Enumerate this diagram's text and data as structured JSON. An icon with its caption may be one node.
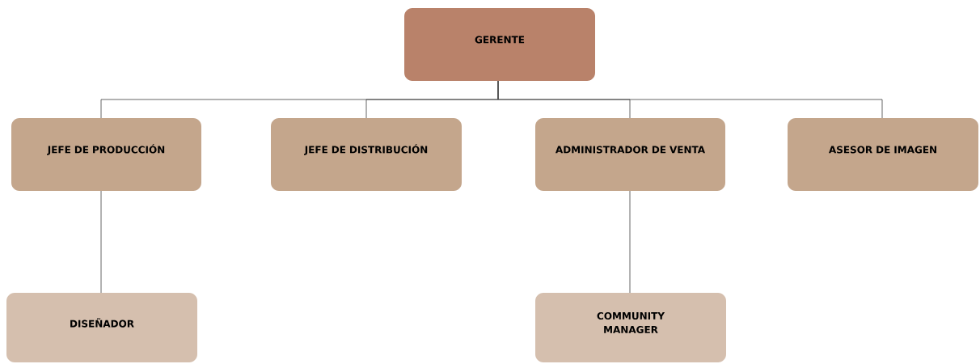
{
  "diagram": {
    "nodes": [
      {
        "text": [
          "GERENTE"
        ]
      },
      {
        "text": [
          "JEFE DE PRODUCCIÓN"
        ]
      },
      {
        "text": [
          "JEFE DE DISTRIBUCIÓN"
        ]
      },
      {
        "text": [
          "ADMINISTRADOR DE VENTA"
        ]
      },
      {
        "text": [
          "ASESOR DE IMAGEN"
        ]
      },
      {
        "text": [
          "DISEÑADOR"
        ]
      },
      {
        "text": [
          "COMMUNITY MANAGER"
        ]
      }
    ],
    "edges": [
      {
        "from": 0,
        "to": 1,
        "arrow": "none"
      },
      {
        "from": 0,
        "to": 2,
        "arrow": "none"
      },
      {
        "from": 0,
        "to": 3,
        "arrow": "none"
      },
      {
        "from": 0,
        "to": 4,
        "arrow": "none"
      },
      {
        "from": 1,
        "to": 5,
        "arrow": "none"
      },
      {
        "from": 3,
        "to": 6,
        "arrow": "none"
      }
    ]
  }
}
